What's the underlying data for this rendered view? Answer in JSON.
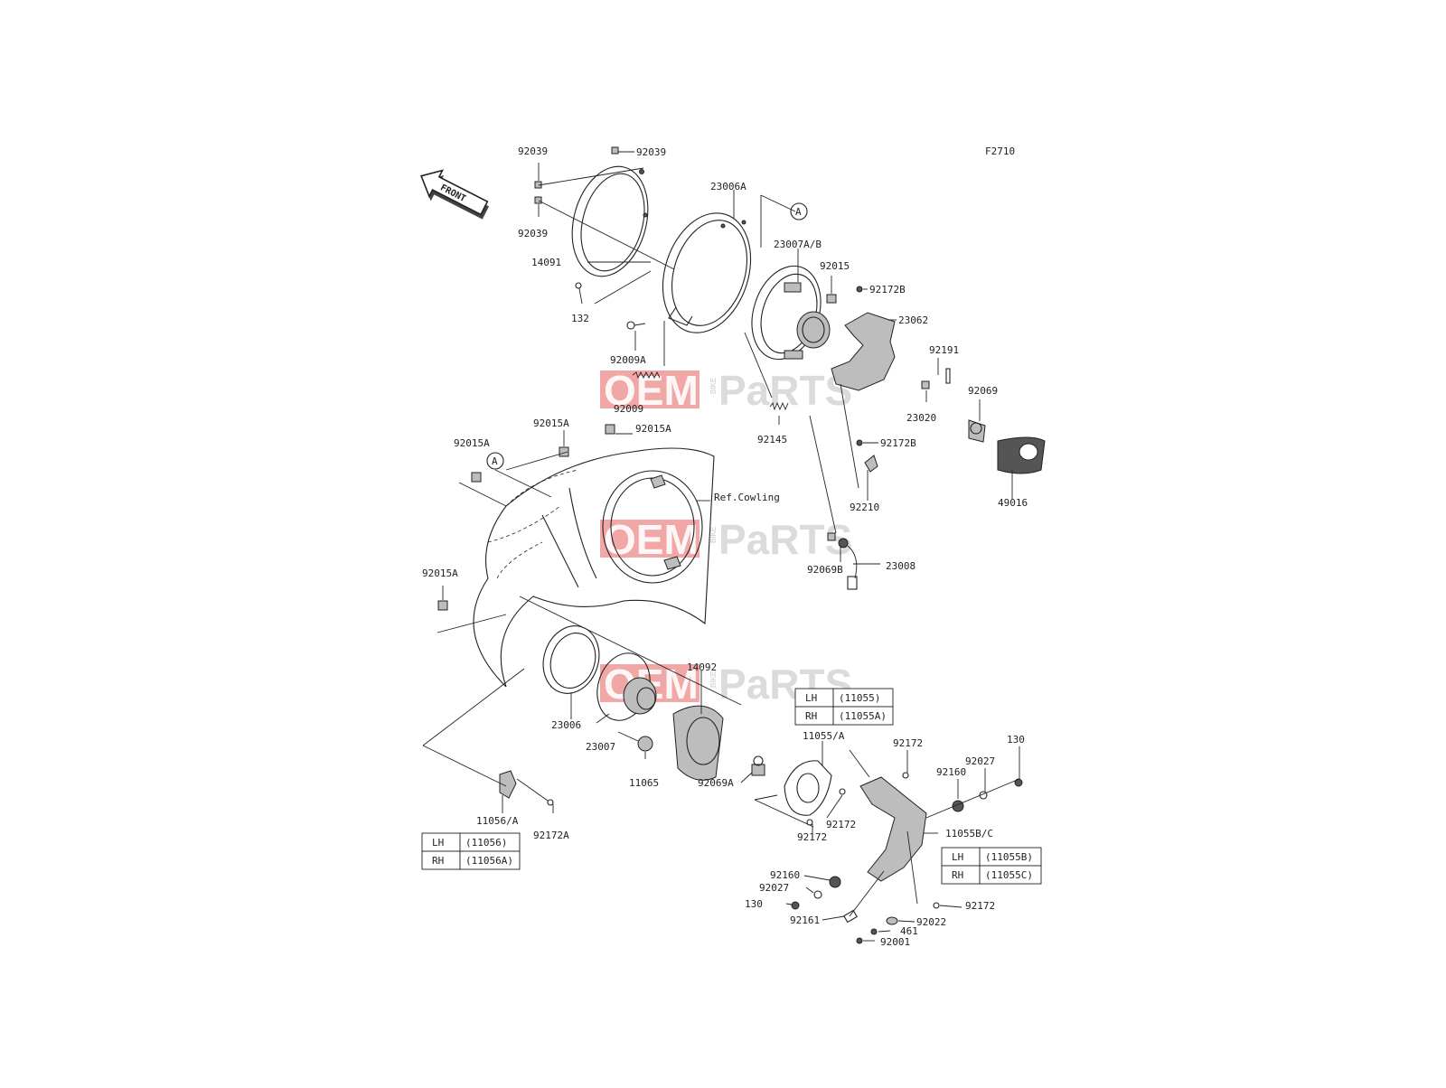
{
  "figure_code": "F2710",
  "front_label": "FRONT",
  "ref_label": "Ref.Cowling",
  "callout_letter": "A",
  "watermark": {
    "left": "OEM",
    "middle": "BIKE",
    "right": "PaRTS",
    "color": "#e23b3b"
  },
  "parts": {
    "p92039_a": "92039",
    "p92039_b": "92039",
    "p92039_c": "92039",
    "p23006A": "23006A",
    "p14091": "14091",
    "p132": "132",
    "p23007AB": "23007A/B",
    "p92015": "92015",
    "p92172B_top": "92172B",
    "p23062": "23062",
    "p92191": "92191",
    "p92009A": "92009A",
    "p92009": "92009",
    "p92145": "92145",
    "p23020": "23020",
    "p92069": "92069",
    "p92172B_bot": "92172B",
    "p92015A_a": "92015A",
    "p92015A_b": "92015A",
    "p92015A_c": "92015A",
    "p92015A_d": "92015A",
    "p92210": "92210",
    "p49016": "49016",
    "p92069B": "92069B",
    "p23008": "23008",
    "p14092": "14092",
    "p23006": "23006",
    "p23007": "23007",
    "p11065": "11065",
    "p92069A": "92069A",
    "p11055A": "11055/A",
    "p92172_a": "92172",
    "p92172_b": "92172",
    "p92172_c": "92172",
    "p92172_d": "92172",
    "p130_a": "130",
    "p130_b": "130",
    "p92027_a": "92027",
    "p92027_b": "92027",
    "p92160_a": "92160",
    "p92160_b": "92160",
    "p11055BC": "11055B/C",
    "p92161": "92161",
    "p92022": "92022",
    "p461": "461",
    "p92001": "92001",
    "p11056A": "11056/A",
    "p92172A": "92172A"
  },
  "tables": {
    "t1": {
      "rows": [
        {
          "side": "LH",
          "code": "(11055)"
        },
        {
          "side": "RH",
          "code": "(11055A)"
        }
      ]
    },
    "t2": {
      "rows": [
        {
          "side": "LH",
          "code": "(11055B)"
        },
        {
          "side": "RH",
          "code": "(11055C)"
        }
      ]
    },
    "t3": {
      "rows": [
        {
          "side": "LH",
          "code": "(11056)"
        },
        {
          "side": "RH",
          "code": "(11056A)"
        }
      ]
    }
  }
}
